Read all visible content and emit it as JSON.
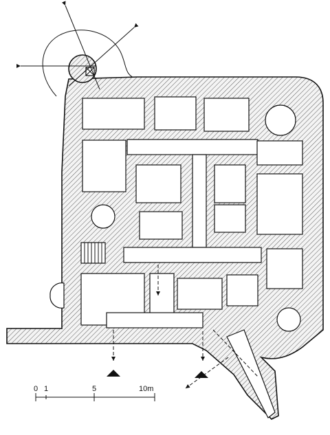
{
  "scale_bar": {
    "labels": [
      "0",
      "1",
      "5",
      "10m"
    ]
  }
}
